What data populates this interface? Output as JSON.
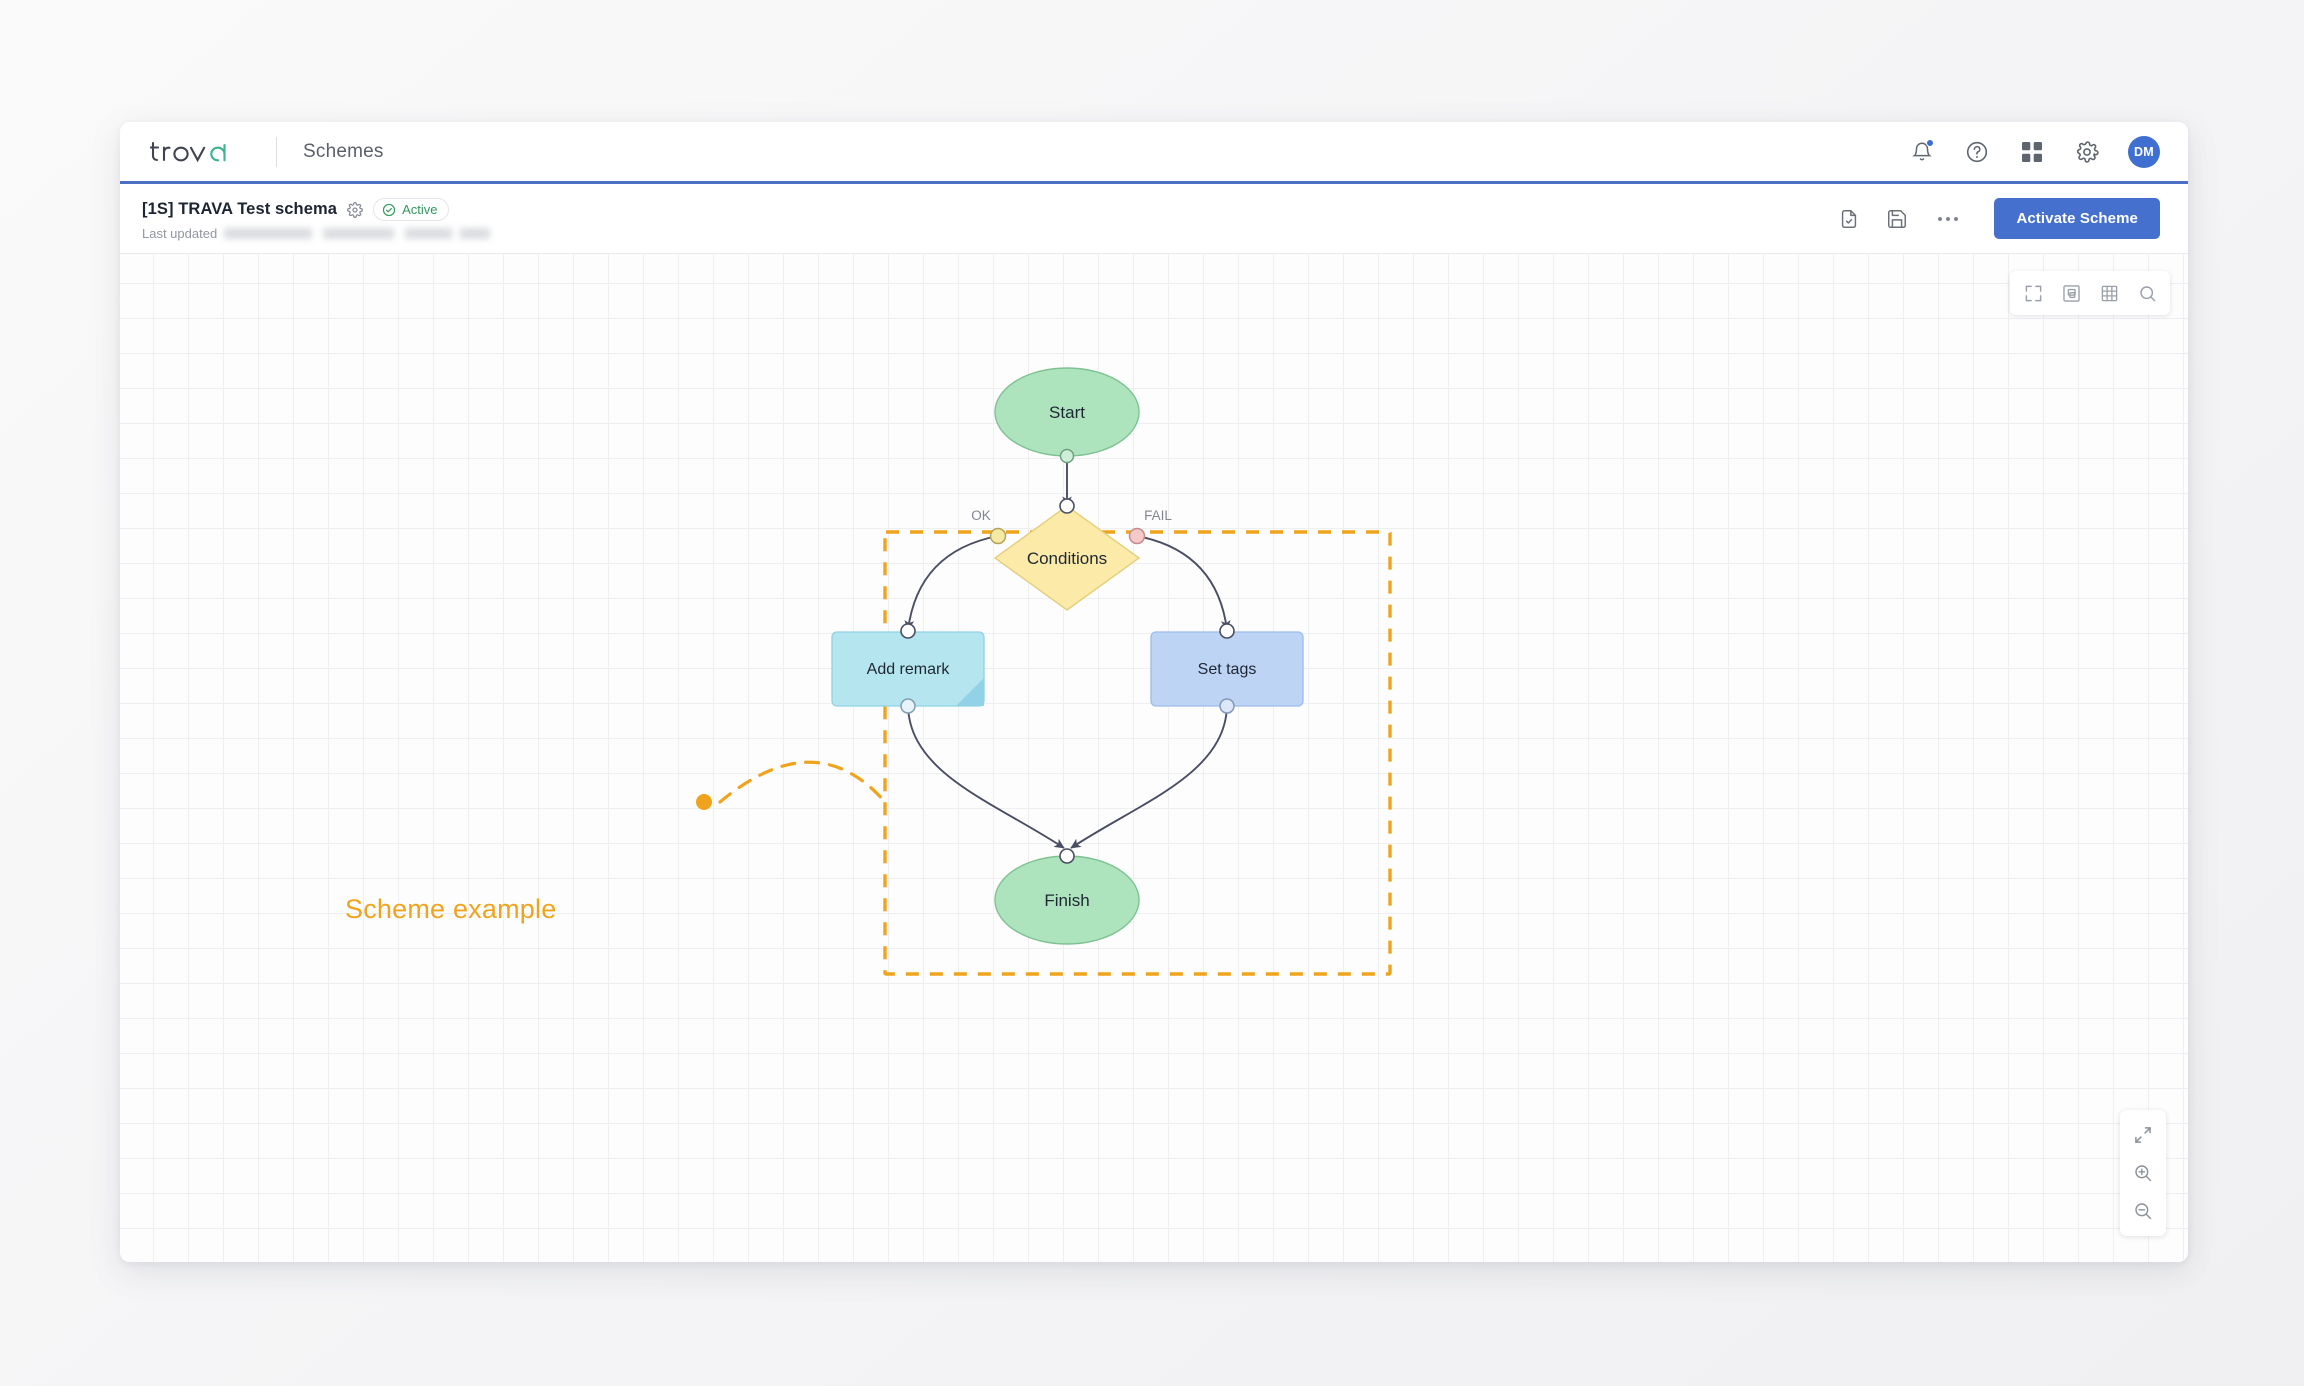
{
  "topnav": {
    "brand": "trava",
    "title": "Schemes",
    "icons": [
      {
        "name": "notifications-bell-icon",
        "label": "Notifications"
      },
      {
        "name": "help-circle-icon",
        "label": "Help"
      },
      {
        "name": "apps-grid-icon",
        "label": "Apps"
      },
      {
        "name": "settings-gear-icon",
        "label": "Settings"
      }
    ],
    "avatar_initials": "DM"
  },
  "subheader": {
    "scheme_title": "[1S] TRAVA Test schema",
    "settings_icon": "gear-icon",
    "status_badge": "Active",
    "last_updated_label": "Last updated",
    "last_updated_value": "",
    "actions": [
      {
        "name": "export-document-icon",
        "label": "Export"
      },
      {
        "name": "save-icon",
        "label": "Save"
      },
      {
        "name": "more-options-icon",
        "label": "More"
      }
    ],
    "activate_button": "Activate Scheme"
  },
  "canvas_toolbar": [
    {
      "name": "fullscreen-icon",
      "label": "Fullscreen"
    },
    {
      "name": "minimap-icon",
      "label": "Minimap"
    },
    {
      "name": "grid-icon",
      "label": "Grid"
    },
    {
      "name": "search-icon",
      "label": "Search"
    }
  ],
  "zoom_controls": [
    {
      "name": "fit-to-screen-icon",
      "label": "Fit to screen"
    },
    {
      "name": "zoom-in-icon",
      "label": "Zoom in"
    },
    {
      "name": "zoom-out-icon",
      "label": "Zoom out"
    }
  ],
  "annotation": {
    "text": "Scheme example",
    "color": "#f0a41d"
  },
  "diagram": {
    "highlight_color": "#f0a41d",
    "nodes": [
      {
        "id": "start",
        "type": "ellipse",
        "label": "Start",
        "fill": "#aee4bd",
        "stroke": "#7ec292"
      },
      {
        "id": "conditions",
        "type": "diamond",
        "label": "Conditions",
        "fill": "#fbeaa8",
        "stroke": "#e3cf7c"
      },
      {
        "id": "add_remark",
        "type": "rectangle",
        "label": "Add remark",
        "fill": "#b5e5ef",
        "stroke": "#8fd3e2"
      },
      {
        "id": "set_tags",
        "type": "rectangle",
        "label": "Set tags",
        "fill": "#bed4f4",
        "stroke": "#9cbcea"
      },
      {
        "id": "finish",
        "type": "ellipse",
        "label": "Finish",
        "fill": "#aee4bd",
        "stroke": "#7ec292"
      }
    ],
    "port_labels": [
      {
        "id": "ok",
        "text": "OK",
        "color": "#e8d77e"
      },
      {
        "id": "fail",
        "text": "FAIL",
        "color": "#f0bcbc"
      }
    ],
    "edges": [
      {
        "from": "start",
        "to": "conditions",
        "label": ""
      },
      {
        "from": "conditions",
        "to": "add_remark",
        "label": "OK"
      },
      {
        "from": "conditions",
        "to": "set_tags",
        "label": "FAIL"
      },
      {
        "from": "add_remark",
        "to": "finish",
        "label": ""
      },
      {
        "from": "set_tags",
        "to": "finish",
        "label": ""
      }
    ]
  }
}
